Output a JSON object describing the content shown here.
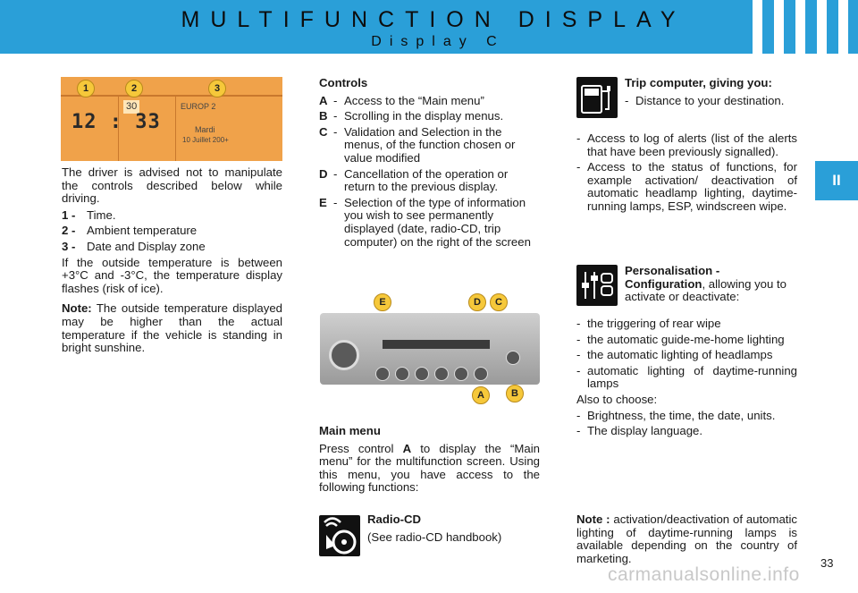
{
  "header": {
    "title": "MULTIFUNCTION DISPLAY",
    "subtitle": "Display C"
  },
  "chapter": "II",
  "display_image": {
    "callouts": [
      "1",
      "2",
      "3"
    ],
    "time": "12 : 33",
    "temperature": "30",
    "zone": "EUROP    2",
    "date_line1": "Mardi",
    "date_line2": "10  Juillet  200+"
  },
  "left": {
    "intro": "The driver is advised not to manipulate the controls described below while driving.",
    "items": [
      {
        "key": "1 -",
        "text": "Time."
      },
      {
        "key": "2 -",
        "text": "Ambient temperature"
      },
      {
        "key": "3 -",
        "text": "Date and Display zone"
      }
    ],
    "temp_text": "If the outside temperature is between +3°C and -3°C, the temperature display flashes (risk of ice).",
    "note_label": "Note:",
    "note_text": " The outside temperature displayed may be higher than the actual temperature if the vehicle is standing in bright sunshine."
  },
  "controls": {
    "title": "Controls",
    "items": [
      {
        "key": "A",
        "text": "Access to the “Main menu”"
      },
      {
        "key": "B",
        "text": "Scrolling in the display menus."
      },
      {
        "key": "C",
        "text": "Validation and Selection in the menus, of the function chosen or value modified"
      },
      {
        "key": "D",
        "text": "Cancellation of the operation or return to the previous display."
      },
      {
        "key": "E",
        "text": "Selection of the type of information you wish to see permanently displayed (date, radio-CD, trip computer) on the right of the screen"
      }
    ],
    "sep": "-"
  },
  "radio_image": {
    "top_callouts": [
      "E",
      "D",
      "C"
    ],
    "bottom_callouts": [
      "A",
      "B"
    ]
  },
  "main_menu": {
    "title": "Main menu",
    "text_before": "Press control ",
    "control": "A",
    "text_after": " to display the “Main menu” for the multifunction screen. Using this menu, you have access to the following functions:"
  },
  "radio_cd": {
    "title": "Radio-CD",
    "text": "(See radio-CD handbook)"
  },
  "trip": {
    "title": "Trip computer, giving you:",
    "first_item": "Distance to your destination.",
    "items": [
      "Access to log of alerts (list of the alerts that have been previously signalled).",
      "Access to the status of functions, for example activation/ deactivation of automatic headlamp lighting, daytime-running lamps, ESP, windscreen wipe."
    ]
  },
  "personalisation": {
    "title": "Personalisation -",
    "title2": "Configuration",
    "text": ", allowing you to activate or deactivate:",
    "items": [
      "the triggering of rear wipe",
      "the automatic guide-me-home lighting",
      "the automatic lighting of headlamps",
      "automatic lighting of daytime-running lamps"
    ],
    "also": "Also to choose:",
    "items2": [
      "Brightness, the time, the date, units.",
      "The display language."
    ]
  },
  "note2": {
    "label": "Note :",
    "text": " activation/deactivation of automatic lighting of daytime-running lamps is available depending on the country of marketing."
  },
  "bullet_char": "-",
  "page_number": "33",
  "watermark": "carmanualsonline.info"
}
